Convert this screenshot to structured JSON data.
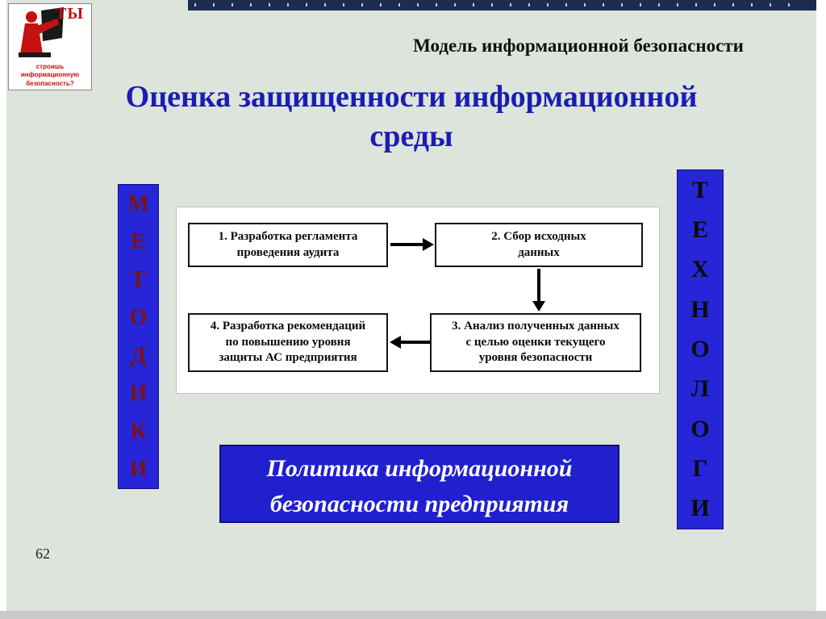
{
  "slide": {
    "header": "Модель информационной безопасности",
    "title": "Оценка защищенности информационной\nсреды",
    "poster": {
      "headline": "ТЫ",
      "caption_lines": [
        "строишь",
        "информационную",
        "безопасность?"
      ]
    },
    "left_bar": {
      "word": "МЕТОДИКИ",
      "letters": [
        "М",
        "Е",
        "Т",
        "О",
        "Д",
        "И",
        "К",
        "И"
      ]
    },
    "right_bar": {
      "word": "ТЕХНОЛОГИ",
      "letters": [
        "Т",
        "Е",
        "Х",
        "Н",
        "О",
        "Л",
        "О",
        "Г",
        "И"
      ]
    },
    "flowchart": {
      "boxes": [
        "1. Разработка регламента\nпроведения аудита",
        "2. Сбор исходных\nданных",
        "3. Анализ полученных данных\nс целью оценки текущего\nуровня безопасности",
        "4. Разработка рекомендаций\nпо повышению уровня\nзащиты АС предприятия"
      ]
    },
    "policy_banner": "Политика информационной\nбезопасности предприятия",
    "page_number": "62",
    "colors": {
      "slide_background": "#dce4dc",
      "bar_blue": "#2626d8",
      "title_blue": "#1c1cb4",
      "letter_maroon": "#7a1212",
      "poster_red": "#c41111",
      "titlebar_navy": "#1d2b52"
    }
  }
}
